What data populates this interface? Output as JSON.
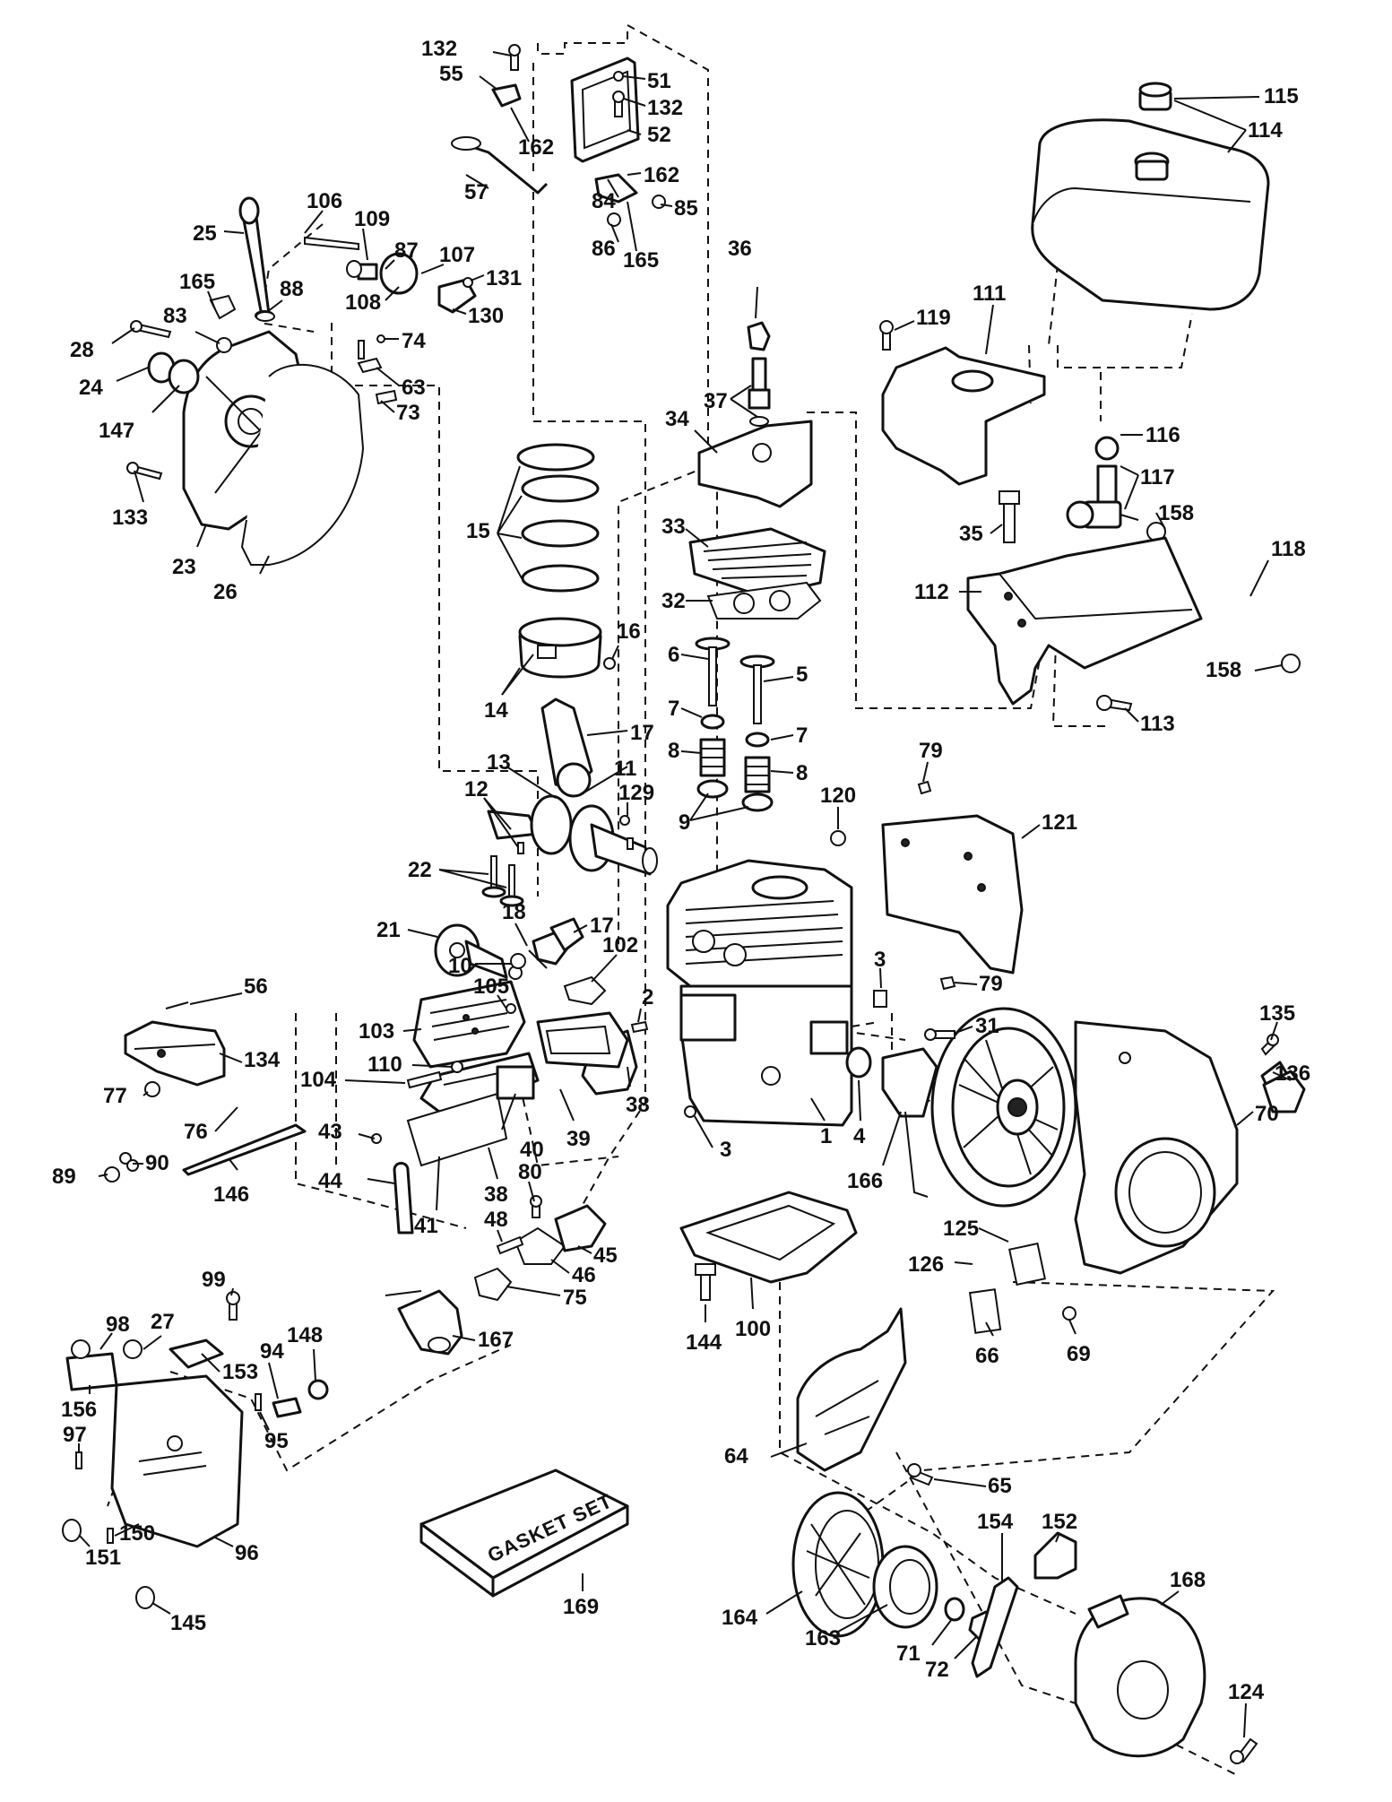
{
  "callouts": [
    {
      "id": "132a",
      "text": "132"
    },
    {
      "id": "55",
      "text": "55"
    },
    {
      "id": "51",
      "text": "51"
    },
    {
      "id": "132b",
      "text": "132"
    },
    {
      "id": "162a",
      "text": "162"
    },
    {
      "id": "52",
      "text": "52"
    },
    {
      "id": "57",
      "text": "57"
    },
    {
      "id": "162b",
      "text": "162"
    },
    {
      "id": "84",
      "text": "84"
    },
    {
      "id": "86",
      "text": "86"
    },
    {
      "id": "165a",
      "text": "165"
    },
    {
      "id": "85",
      "text": "85"
    },
    {
      "id": "106",
      "text": "106"
    },
    {
      "id": "109",
      "text": "109"
    },
    {
      "id": "87",
      "text": "87"
    },
    {
      "id": "107",
      "text": "107"
    },
    {
      "id": "131",
      "text": "131"
    },
    {
      "id": "108",
      "text": "108"
    },
    {
      "id": "130",
      "text": "130"
    },
    {
      "id": "25",
      "text": "25"
    },
    {
      "id": "165b",
      "text": "165"
    },
    {
      "id": "88",
      "text": "88"
    },
    {
      "id": "83",
      "text": "83"
    },
    {
      "id": "74",
      "text": "74"
    },
    {
      "id": "28",
      "text": "28"
    },
    {
      "id": "63",
      "text": "63"
    },
    {
      "id": "24",
      "text": "24"
    },
    {
      "id": "73",
      "text": "73"
    },
    {
      "id": "147",
      "text": "147"
    },
    {
      "id": "133",
      "text": "133"
    },
    {
      "id": "23",
      "text": "23"
    },
    {
      "id": "26",
      "text": "26"
    },
    {
      "id": "15",
      "text": "15"
    },
    {
      "id": "14",
      "text": "14"
    },
    {
      "id": "16",
      "text": "16"
    },
    {
      "id": "17a",
      "text": "17"
    },
    {
      "id": "13",
      "text": "13"
    },
    {
      "id": "11",
      "text": "11"
    },
    {
      "id": "12",
      "text": "12"
    },
    {
      "id": "129",
      "text": "129"
    },
    {
      "id": "22",
      "text": "22"
    },
    {
      "id": "21",
      "text": "21"
    },
    {
      "id": "18",
      "text": "18"
    },
    {
      "id": "17b",
      "text": "17"
    },
    {
      "id": "10",
      "text": "10"
    },
    {
      "id": "102",
      "text": "102"
    },
    {
      "id": "105",
      "text": "105"
    },
    {
      "id": "36",
      "text": "36"
    },
    {
      "id": "37",
      "text": "37"
    },
    {
      "id": "34",
      "text": "34"
    },
    {
      "id": "33",
      "text": "33"
    },
    {
      "id": "32",
      "text": "32"
    },
    {
      "id": "6",
      "text": "6"
    },
    {
      "id": "5",
      "text": "5"
    },
    {
      "id": "7a",
      "text": "7"
    },
    {
      "id": "7b",
      "text": "7"
    },
    {
      "id": "8a",
      "text": "8"
    },
    {
      "id": "8b",
      "text": "8"
    },
    {
      "id": "9",
      "text": "9"
    },
    {
      "id": "115",
      "text": "115"
    },
    {
      "id": "114",
      "text": "114"
    },
    {
      "id": "119",
      "text": "119"
    },
    {
      "id": "111",
      "text": "111"
    },
    {
      "id": "116",
      "text": "116"
    },
    {
      "id": "117",
      "text": "117"
    },
    {
      "id": "158a",
      "text": "158"
    },
    {
      "id": "35",
      "text": "35"
    },
    {
      "id": "118",
      "text": "118"
    },
    {
      "id": "112",
      "text": "112"
    },
    {
      "id": "158b",
      "text": "158"
    },
    {
      "id": "113",
      "text": "113"
    },
    {
      "id": "79a",
      "text": "79"
    },
    {
      "id": "120",
      "text": "120"
    },
    {
      "id": "121",
      "text": "121"
    },
    {
      "id": "3a",
      "text": "3"
    },
    {
      "id": "79b",
      "text": "79"
    },
    {
      "id": "31",
      "text": "31"
    },
    {
      "id": "2",
      "text": "2"
    },
    {
      "id": "56",
      "text": "56"
    },
    {
      "id": "134",
      "text": "134"
    },
    {
      "id": "103",
      "text": "103"
    },
    {
      "id": "110",
      "text": "110"
    },
    {
      "id": "104",
      "text": "104"
    },
    {
      "id": "43",
      "text": "43"
    },
    {
      "id": "77",
      "text": "77"
    },
    {
      "id": "76",
      "text": "76"
    },
    {
      "id": "89",
      "text": "89"
    },
    {
      "id": "90",
      "text": "90"
    },
    {
      "id": "146",
      "text": "146"
    },
    {
      "id": "40",
      "text": "40"
    },
    {
      "id": "39",
      "text": "39"
    },
    {
      "id": "38a",
      "text": "38"
    },
    {
      "id": "38b",
      "text": "38"
    },
    {
      "id": "44",
      "text": "44"
    },
    {
      "id": "41",
      "text": "41"
    },
    {
      "id": "3b",
      "text": "3"
    },
    {
      "id": "1",
      "text": "1"
    },
    {
      "id": "4",
      "text": "4"
    },
    {
      "id": "166",
      "text": "166"
    },
    {
      "id": "135",
      "text": "135"
    },
    {
      "id": "136",
      "text": "136"
    },
    {
      "id": "70",
      "text": "70"
    },
    {
      "id": "80",
      "text": "80"
    },
    {
      "id": "48",
      "text": "48"
    },
    {
      "id": "45",
      "text": "45"
    },
    {
      "id": "46",
      "text": "46"
    },
    {
      "id": "75",
      "text": "75"
    },
    {
      "id": "125",
      "text": "125"
    },
    {
      "id": "126",
      "text": "126"
    },
    {
      "id": "99",
      "text": "99"
    },
    {
      "id": "98",
      "text": "98"
    },
    {
      "id": "27",
      "text": "27"
    },
    {
      "id": "148",
      "text": "148"
    },
    {
      "id": "94",
      "text": "94"
    },
    {
      "id": "153",
      "text": "153"
    },
    {
      "id": "167",
      "text": "167"
    },
    {
      "id": "144",
      "text": "144"
    },
    {
      "id": "100",
      "text": "100"
    },
    {
      "id": "66",
      "text": "66"
    },
    {
      "id": "69",
      "text": "69"
    },
    {
      "id": "156",
      "text": "156"
    },
    {
      "id": "97",
      "text": "97"
    },
    {
      "id": "95",
      "text": "95"
    },
    {
      "id": "64",
      "text": "64"
    },
    {
      "id": "65",
      "text": "65"
    },
    {
      "id": "150",
      "text": "150"
    },
    {
      "id": "151",
      "text": "151"
    },
    {
      "id": "96",
      "text": "96"
    },
    {
      "id": "145",
      "text": "145"
    },
    {
      "id": "169",
      "text": "169"
    },
    {
      "id": "154",
      "text": "154"
    },
    {
      "id": "152",
      "text": "152"
    },
    {
      "id": "164",
      "text": "164"
    },
    {
      "id": "163",
      "text": "163"
    },
    {
      "id": "71",
      "text": "71"
    },
    {
      "id": "72",
      "text": "72"
    },
    {
      "id": "168",
      "text": "168"
    },
    {
      "id": "124",
      "text": "124"
    }
  ],
  "gasket_set_label": "GASKET SET"
}
